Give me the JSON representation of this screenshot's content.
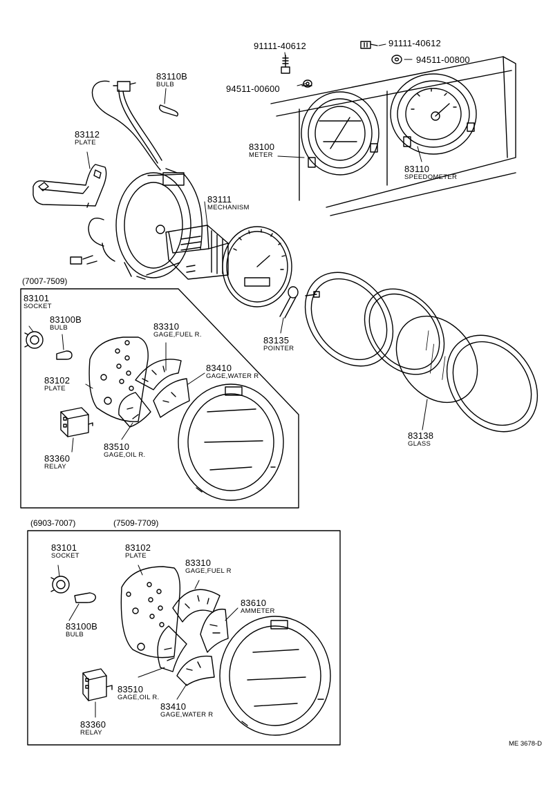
{
  "diagram": {
    "parts": {
      "bolt_a": {
        "number": "91111-40612"
      },
      "bolt_b": {
        "number": "91111-40612"
      },
      "washer_a": {
        "number": "94511-00600"
      },
      "washer_b": {
        "number": "94511-00800"
      },
      "bulb_top": {
        "number": "83110B",
        "name": "BULB"
      },
      "plate_top": {
        "number": "83112",
        "name": "PLATE"
      },
      "meter": {
        "number": "83100",
        "name": "METER"
      },
      "speedometer": {
        "number": "83110",
        "name": "SPEEDOMETER"
      },
      "mechanism": {
        "number": "83111",
        "name": "MECHANISM"
      },
      "pointer": {
        "number": "83135",
        "name": "POINTER"
      },
      "glass": {
        "number": "83138",
        "name": "GLASS"
      }
    },
    "box1": {
      "range": "(7007-7509)",
      "socket": {
        "number": "83101",
        "name": "SOCKET"
      },
      "bulb": {
        "number": "83100B",
        "name": "BULB"
      },
      "fuel": {
        "number": "83310",
        "name": "GAGE,FUEL R."
      },
      "water": {
        "number": "83410",
        "name": "GAGE,WATER R"
      },
      "plate": {
        "number": "83102",
        "name": "PLATE"
      },
      "oil": {
        "number": "83510",
        "name": "GAGE,OIL R."
      },
      "relay": {
        "number": "83360",
        "name": "RELAY"
      }
    },
    "box2": {
      "range_a": "(6903-7007)",
      "range_b": "(7509-7709)",
      "socket": {
        "number": "83101",
        "name": "SOCKET"
      },
      "plate": {
        "number": "83102",
        "name": "PLATE"
      },
      "fuel": {
        "number": "83310",
        "name": "GAGE,FUEL R"
      },
      "ammeter": {
        "number": "83610",
        "name": "AMMETER"
      },
      "bulb": {
        "number": "83100B",
        "name": "BULB"
      },
      "oil": {
        "number": "83510",
        "name": "GAGE,OIL R."
      },
      "water": {
        "number": "83410",
        "name": "GAGE,WATER R"
      },
      "relay": {
        "number": "83360",
        "name": "RELAY"
      }
    },
    "code": "ME 3678-D"
  }
}
